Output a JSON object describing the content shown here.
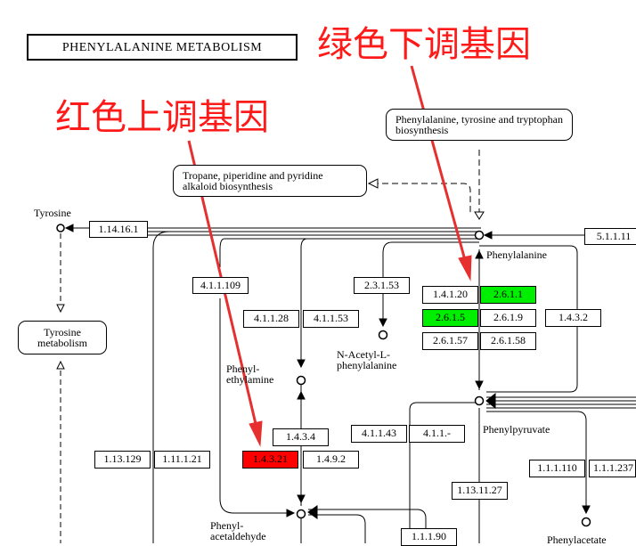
{
  "title": "PHENYLALANINE METABOLISM",
  "annotations": {
    "green_down": "绿色下调基因",
    "red_up": "红色上调基因"
  },
  "colors": {
    "up": "#ff0000",
    "down": "#00ee00",
    "annotation": "#ff1a1a"
  },
  "maps": {
    "phe_tyr_trp": "Phenylalanine, tyrosine and tryptophan biosynthesis",
    "tropane": "Tropane, piperidine and pyridine alkaloid biosynthesis",
    "tyr_met": "Tyrosine metabolism"
  },
  "compounds": {
    "tyrosine": "Tyrosine",
    "phenylalanine": "Phenylalanine",
    "n_acetyl": "N-Acetyl-L-phenylalanine",
    "phenylethylamine": "Phenyl-ethylamine",
    "phenylpyruvate": "Phenylpyruvate",
    "phenylacetaldehyde": "Phenyl-acetaldehyde",
    "phenylacetate": "Phenylacetate"
  },
  "enzymes": {
    "e1_14_16_1": "1.14.16.1",
    "e5_1_1_11": "5.1.1.11",
    "e4_1_1_109": "4.1.1.109",
    "e2_3_1_53": "2.3.1.53",
    "e1_4_1_20": "1.4.1.20",
    "e2_6_1_1": "2.6.1.1",
    "e4_1_1_28": "4.1.1.28",
    "e4_1_1_53": "4.1.1.53",
    "e2_6_1_5": "2.6.1.5",
    "e2_6_1_9": "2.6.1.9",
    "e1_4_3_2": "1.4.3.2",
    "e2_6_1_57": "2.6.1.57",
    "e2_6_1_58": "2.6.1.58",
    "e1_4_3_4": "1.4.3.4",
    "e4_1_1_43": "4.1.1.43",
    "e4_1_1_dash": "4.1.1.-",
    "e1_13_12_9": "1.13.129",
    "e1_11_1_21": "1.11.1.21",
    "e1_4_3_21": "1.4.3.21",
    "e1_4_9_2": "1.4.9.2",
    "e1_13_11_27": "1.13.11.27",
    "e1_11_1_110": "1.1.1.110",
    "e1_1_1_237": "1.1.1.237",
    "e1_1_1_90": "1.1.1.90"
  }
}
